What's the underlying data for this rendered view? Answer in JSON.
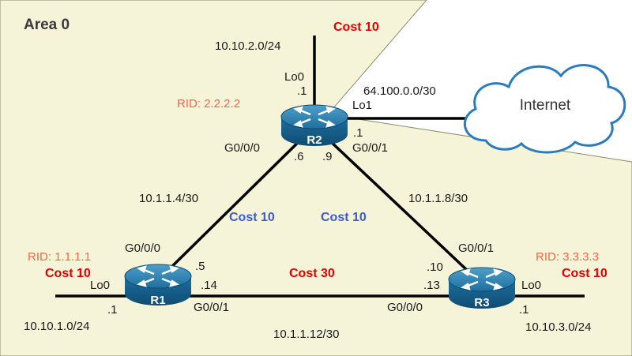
{
  "area": {
    "title": "Area 0"
  },
  "cloud": {
    "label": "Internet"
  },
  "routers": {
    "r1": {
      "name": "R1",
      "rid": "RID: 1.1.1.1",
      "loopback_cost": "Cost 10"
    },
    "r2": {
      "name": "R2",
      "rid": "RID: 2.2.2.2",
      "loopback_cost": "Cost 10"
    },
    "r3": {
      "name": "R3",
      "rid": "RID: 3.3.3.3",
      "loopback_cost": "Cost 10"
    }
  },
  "networks": {
    "r1_lan": "10.10.1.0/24",
    "r2_lan": "10.10.2.0/24",
    "r3_lan": "10.10.3.0/24",
    "r1_r2": "10.1.1.4/30",
    "r2_r3": "10.1.1.8/30",
    "r1_r3": "10.1.1.12/30",
    "internet": "64.100.0.0/30"
  },
  "interfaces": {
    "r1_lo0": "Lo0",
    "r1_lo0_host": ".1",
    "r1_g000": "G0/0/0",
    "r1_g000_host": ".5",
    "r1_g001": "G0/0/1",
    "r1_g001_host": ".14",
    "r2_lo0": "Lo0",
    "r2_lo0_host": ".1",
    "r2_lo1": "Lo1",
    "r2_lo1_host": ".1",
    "r2_g000": "G0/0/0",
    "r2_g000_host": ".6",
    "r2_g001": "G0/0/1",
    "r2_g001_host": ".9",
    "r3_lo0": "Lo0",
    "r3_lo0_host": ".1",
    "r3_g001": "G0/0/1",
    "r3_g001_host": ".10",
    "r3_g000": "G0/0/0",
    "r3_g000_host": ".13"
  },
  "link_costs": {
    "r1_r2": "Cost 10",
    "r2_r3": "Cost 10",
    "r1_r3": "Cost 30"
  },
  "colors": {
    "area_fill": "#f6f4d8",
    "router_blue": "#1f6fa0",
    "cost_red": "#e00000",
    "cost_blue": "#3b5bd6",
    "rid_orange": "#ec6a4c"
  }
}
